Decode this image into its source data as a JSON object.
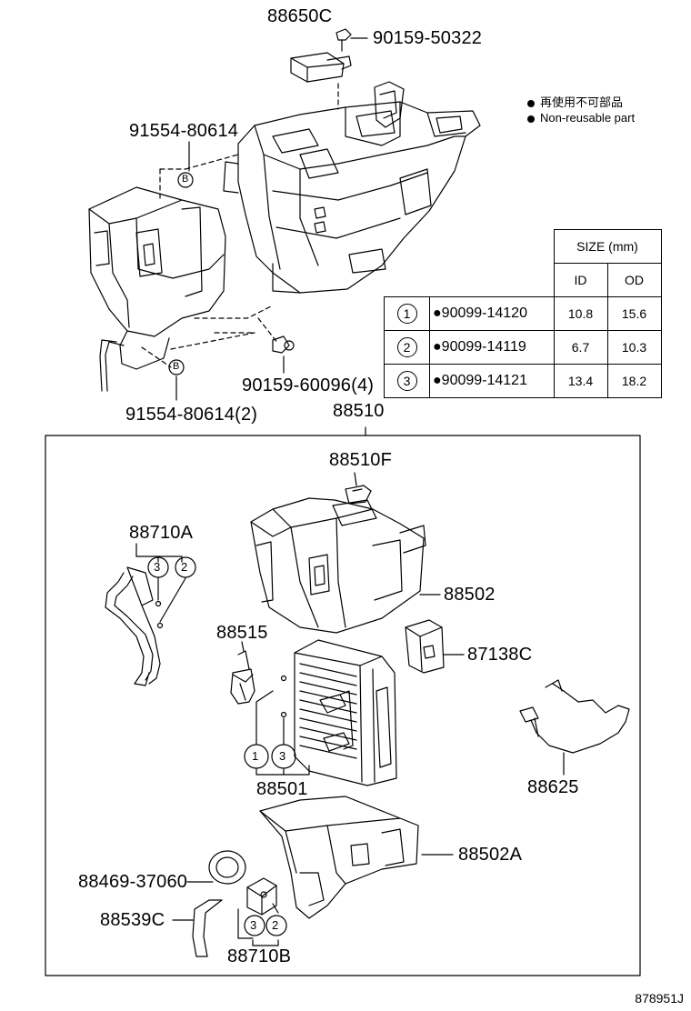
{
  "legend": {
    "jp": "再使用不可部品",
    "en": "Non-reusable part"
  },
  "size_table": {
    "header": "SIZE (mm)",
    "col_id": "ID",
    "col_od": "OD",
    "rows": [
      {
        "ref": "1",
        "part": "●90099-14120",
        "id": "10.8",
        "od": "15.6"
      },
      {
        "ref": "2",
        "part": "●90099-14119",
        "id": "6.7",
        "od": "10.3"
      },
      {
        "ref": "3",
        "part": "●90099-14121",
        "id": "13.4",
        "od": "18.2"
      }
    ]
  },
  "parts": {
    "p88650C": "88650C",
    "p9015950322": "90159-50322",
    "p9155480614": "91554-80614",
    "p9015960096": "90159-60096(4)",
    "p9155480614x2": "91554-80614(2)",
    "p88510": "88510",
    "p88510F": "88510F",
    "p88710A": "88710A",
    "p88502": "88502",
    "p88515": "88515",
    "p87138C": "87138C",
    "p88501": "88501",
    "p88625": "88625",
    "p88502A": "88502A",
    "p8846937060": "88469-37060",
    "p88539C": "88539C",
    "p88710B": "88710B"
  },
  "callouts": {
    "a": "3",
    "b": "2",
    "c": "1",
    "d": "3",
    "e": "3",
    "f": "2",
    "b1": "B",
    "b2": "B"
  },
  "figure_id": "878951J"
}
